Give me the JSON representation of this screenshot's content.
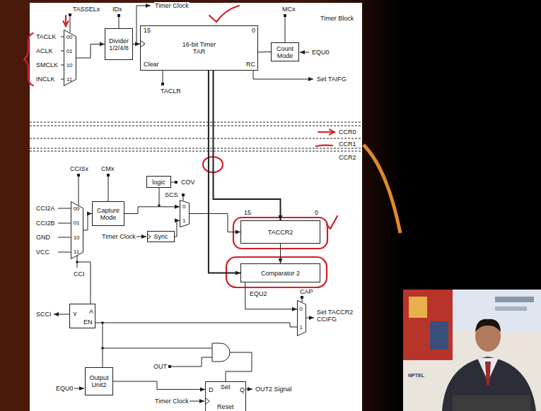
{
  "diagram": {
    "nodes": [
      {
        "text": [
          "00",
          "01",
          "10",
          "11"
        ]
      },
      {
        "text": [
          "Divider",
          "1/2/4/8"
        ]
      },
      {
        "text": [
          "16-bit Timer",
          "TAR"
        ]
      },
      {
        "text": [
          "Count Mode"
        ]
      },
      {
        "text": [
          "00",
          "01",
          "10",
          "11"
        ]
      },
      {
        "text": [
          "Capture Mode"
        ]
      },
      {
        "text": [
          "logic"
        ]
      },
      {
        "text": [
          "Sync"
        ]
      },
      {
        "text": [
          "0",
          "1"
        ]
      },
      {
        "text": [
          "TACCR2"
        ]
      },
      {
        "text": [
          "Comparator 2"
        ]
      },
      {
        "text": [
          "Y",
          "A",
          "EN"
        ]
      },
      {
        "text": [
          "0",
          "1"
        ]
      },
      {
        "text": [
          "Output Unit2"
        ]
      },
      {
        "text": [
          "D",
          "Set",
          "Q",
          "Reset"
        ]
      }
    ],
    "edges": [
      {
        "from": 0,
        "to": 1,
        "arrow": "to"
      },
      {
        "from": 1,
        "to": 2,
        "arrow": "to"
      },
      {
        "from": 3,
        "to": 2,
        "arrow": "none"
      },
      {
        "from": 4,
        "to": 5,
        "arrow": "to"
      },
      {
        "from": 5,
        "to": 8,
        "arrow": "to"
      },
      {
        "from": 7,
        "to": 8,
        "arrow": "to"
      },
      {
        "from": 8,
        "to": 9,
        "arrow": "to"
      },
      {
        "from": 2,
        "to": 9,
        "arrow": "to"
      },
      {
        "from": 2,
        "to": 10,
        "arrow": "to"
      },
      {
        "from": 9,
        "to": 10,
        "arrow": "to"
      },
      {
        "from": 10,
        "to": 12,
        "arrow": "to"
      },
      {
        "from": 13,
        "to": 14,
        "arrow": "to"
      }
    ],
    "labels": [
      "Timer Block",
      "TASSELx",
      "IDx",
      "Timer Clock",
      "MCx",
      "TACLK",
      "ACLK",
      "SMCLK",
      "INCLK",
      "15",
      "0",
      "Clear",
      "RC",
      "TACLR",
      "EQU0",
      "Set TAIFG",
      "CCR0",
      "CCR1",
      "CCR2",
      "CCISx",
      "CMx",
      "COV",
      "SCS",
      "CCI2A",
      "CCI2B",
      "GND",
      "VCC",
      "Timer Clock",
      "CCI",
      "15",
      "0",
      "EQU2",
      "CAP",
      "Set TACCR2 CCIFG",
      "SCCI",
      "OUT",
      "EQU0",
      "Timer Clock",
      "OUT2 Signal",
      "NPTEL"
    ]
  }
}
